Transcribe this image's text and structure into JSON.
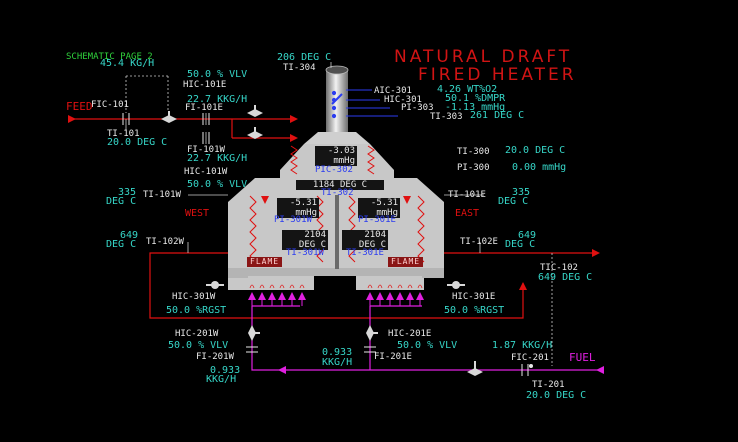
{
  "page": {
    "label": "SCHEMATIC PAGE 2"
  },
  "title": {
    "line1": "NATURAL DRAFT",
    "line2": "FIRED HEATER"
  },
  "colors": {
    "background": "#000000",
    "furnace": "#c8c8c8",
    "process_line": "#e01010",
    "fuel_line": "#e020e0",
    "value_text": "#36d6c8",
    "tag_text": "#e8e8e8",
    "tag_blue": "#2b3cf0",
    "title": "#d11414"
  },
  "stack": {
    "tag": "TI-304",
    "temp": "206 DEG C"
  },
  "aic301": {
    "tag": "AIC-301",
    "value": "4.26 WT%O2"
  },
  "hic301": {
    "tag": "HIC-301",
    "value": "50.1 %DMPR"
  },
  "pi303": {
    "tag": "PI-303",
    "value": "-1.13 mmHg"
  },
  "ti303": {
    "tag": "TI-303",
    "value": "261 DEG C"
  },
  "feed": {
    "label": "FEED",
    "flow": "45.4 KG/H",
    "flow_tag": "FIC-101",
    "temp_tag": "TI-101",
    "temp": "20.0 DEG C"
  },
  "hic101e": {
    "value": "50.0 % VLV",
    "tag": "HIC-101E"
  },
  "fi101e": {
    "tag": "FI-101E",
    "value": "22.7 KKG/H"
  },
  "fi101w": {
    "tag": "FI-101W",
    "value": "22.7 KKG/H"
  },
  "hic101w": {
    "tag": "HIC-101W",
    "value": "50.0 % VLV"
  },
  "pic302": {
    "value": "-3.03",
    "unit": "mmHg",
    "tag": "PIC-302"
  },
  "ti302": {
    "value": "1184 DEG C",
    "tag": "TI-302"
  },
  "ti300": {
    "tag": "TI-300",
    "value": "20.0 DEG C"
  },
  "pi300": {
    "tag": "PI-300",
    "value": "0.00 mmHg"
  },
  "ti101w": {
    "value": "335",
    "unit": "DEG C",
    "tag": "TI-101W"
  },
  "ti101e": {
    "value": "335",
    "unit": "DEG C",
    "tag": "TI-101E"
  },
  "west": {
    "label": "WEST"
  },
  "east": {
    "label": "EAST"
  },
  "pi301w": {
    "value": "-5.31",
    "unit": "mmHg",
    "tag": "PI-301W"
  },
  "pi301e": {
    "value": "-5.31",
    "unit": "mmHg",
    "tag": "PI-301E"
  },
  "ti301w": {
    "value": "2104",
    "unit": "DEG C",
    "tag": "TI-301W"
  },
  "ti301e": {
    "value": "2104",
    "unit": "DEG C",
    "tag": "TI-301E"
  },
  "flame": {
    "label": "FLAME"
  },
  "ti102w": {
    "value": "649",
    "unit": "DEG C",
    "tag": "TI-102W"
  },
  "ti102e": {
    "value": "649",
    "unit": "DEG C",
    "tag": "TI-102E"
  },
  "tic102": {
    "tag": "TIC-102",
    "value": "649 DEG C"
  },
  "hic301w": {
    "tag": "HIC-301W",
    "value": "50.0 %RGST"
  },
  "hic301e": {
    "tag": "HIC-301E",
    "value": "50.0 %RGST"
  },
  "hic201w": {
    "tag": "HIC-201W",
    "value": "50.0 % VLV"
  },
  "fi201w": {
    "tag": "FI-201W",
    "value": "0.933",
    "unit": "KKG/H"
  },
  "hic201e": {
    "tag": "HIC-201E",
    "value": "50.0 % VLV"
  },
  "fi201e": {
    "tag": "FI-201E",
    "value": "0.933",
    "unit": "KKG/H"
  },
  "fuel": {
    "label": "FUEL",
    "flow": "1.87 KKG/H",
    "flow_tag": "FIC-201",
    "temp_tag": "TI-201",
    "temp": "20.0 DEG C"
  }
}
